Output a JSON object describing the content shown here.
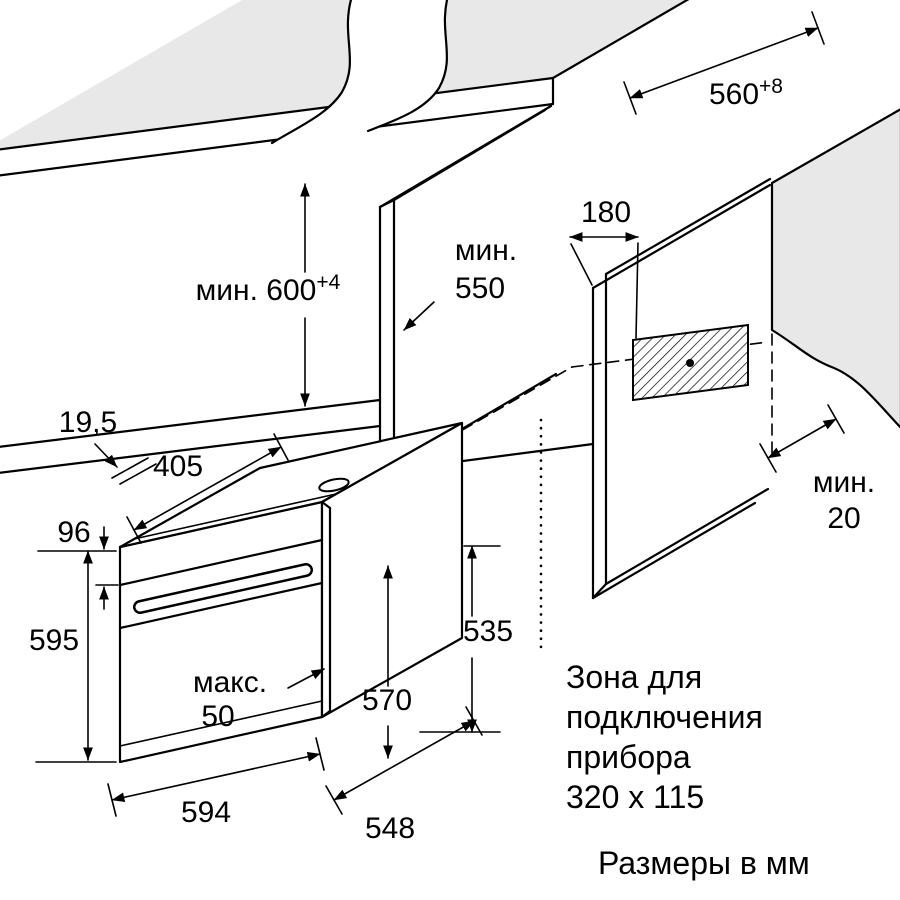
{
  "labels": {
    "niche_width_base": "560",
    "niche_width_sup": "+8",
    "niche_height_base": "мин. 600",
    "niche_height_sup": "+4",
    "d180": "180",
    "min550_l1": "мин.",
    "min550_l2": "550",
    "min20_l1": "мин.",
    "min20_l2": "20",
    "d19_5": "19,5",
    "d405": "405",
    "d96": "96",
    "d595": "595",
    "max50_l1": "макс.",
    "max50_l2": "50",
    "d535": "535",
    "d570": "570",
    "d594": "594",
    "d548": "548"
  },
  "note": {
    "l1": "Зона для",
    "l2": "подключения",
    "l3": "прибора",
    "l4": "320 x 115"
  },
  "units": "Размеры в мм",
  "colors": {
    "line": "#000000",
    "surface": "#e8e8e8",
    "background": "#ffffff"
  }
}
